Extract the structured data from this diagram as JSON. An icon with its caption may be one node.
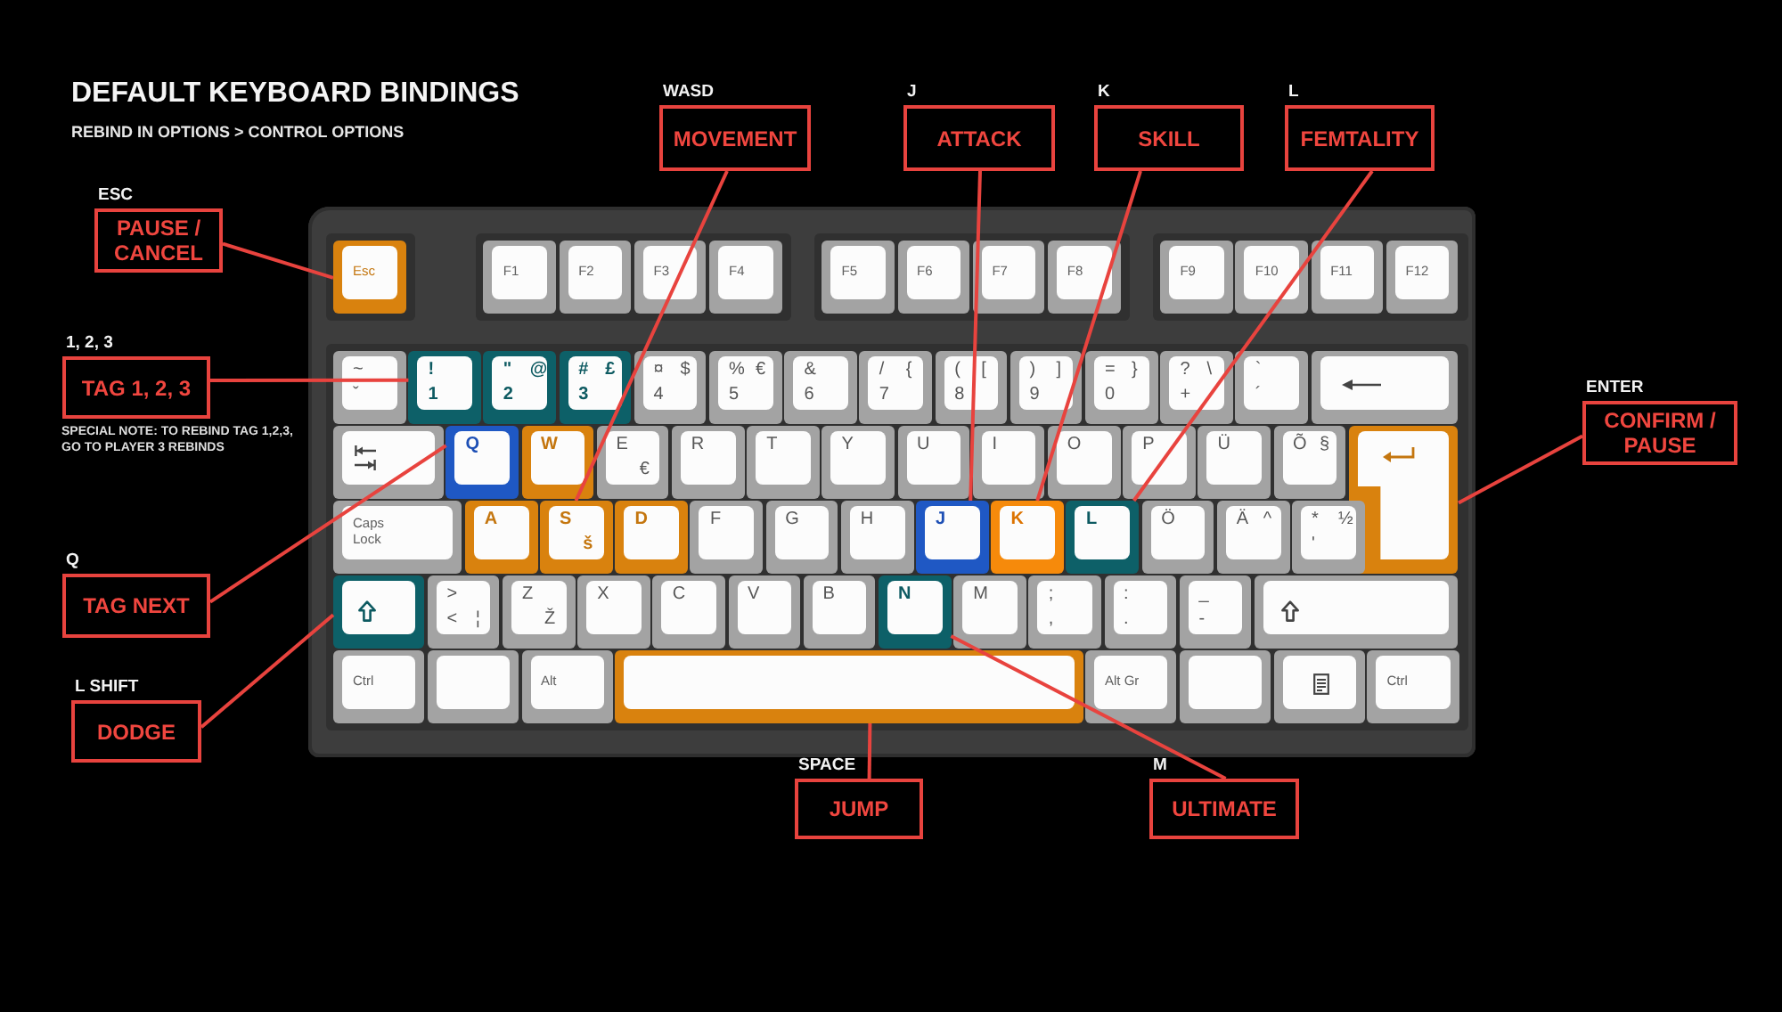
{
  "diagram": {
    "title": "DEFAULT KEYBOARD BINDINGS",
    "nodes": [
      {
        "text": [
          "WASD",
          "MOVEMENT"
        ]
      },
      {
        "text": [
          "J",
          "ATTACK"
        ]
      },
      {
        "text": [
          "K",
          "SKILL"
        ]
      },
      {
        "text": [
          "L",
          "FEMTALITY"
        ]
      },
      {
        "text": [
          "ESC",
          "PAUSE / CANCEL"
        ]
      },
      {
        "text": [
          "1, 2, 3",
          "TAG 1, 2, 3"
        ],
        "beside": [
          "SPECIAL NOTE: TO REBIND TAG 1,2,3, GO TO PLAYER 3 REBINDS"
        ]
      },
      {
        "text": [
          "ENTER",
          "CONFIRM / PAUSE"
        ]
      },
      {
        "text": [
          "Q",
          "TAG NEXT"
        ]
      },
      {
        "text": [
          "L SHIFT",
          "DODGE"
        ]
      },
      {
        "text": [
          "SPACE",
          "JUMP"
        ]
      },
      {
        "text": [
          "M",
          "ULTIMATE"
        ]
      },
      {
        "text": [],
        "shape": "box"
      },
      {
        "text": [
          "Esc"
        ],
        "in": 11
      },
      {
        "text": [
          "F1"
        ],
        "in": 11
      },
      {
        "text": [
          "F2"
        ],
        "in": 11
      },
      {
        "text": [
          "F3"
        ],
        "in": 11
      },
      {
        "text": [
          "F4"
        ],
        "in": 11
      },
      {
        "text": [
          "F5"
        ],
        "in": 11
      },
      {
        "text": [
          "F6"
        ],
        "in": 11
      },
      {
        "text": [
          "F7"
        ],
        "in": 11
      },
      {
        "text": [
          "F8"
        ],
        "in": 11
      },
      {
        "text": [
          "F9"
        ],
        "in": 11
      },
      {
        "text": [
          "F10"
        ],
        "in": 11
      },
      {
        "text": [
          "F11"
        ],
        "in": 11
      },
      {
        "text": [
          "F12"
        ],
        "in": 11
      },
      {
        "text": [
          "~",
          "ˇ"
        ],
        "in": 11
      },
      {
        "text": [
          "!",
          "1"
        ],
        "in": 11
      },
      {
        "text": [
          "\"",
          "@",
          "2"
        ],
        "in": 11
      },
      {
        "text": [
          "#",
          "£",
          "3"
        ],
        "in": 11
      },
      {
        "text": [
          "¤",
          "$",
          "4"
        ],
        "in": 11
      },
      {
        "text": [
          "%",
          "€",
          "5"
        ],
        "in": 11
      },
      {
        "text": [
          "&",
          "6"
        ],
        "in": 11
      },
      {
        "text": [
          "/",
          "{",
          "7"
        ],
        "in": 11
      },
      {
        "text": [
          "(",
          "[",
          "8"
        ],
        "in": 11
      },
      {
        "text": [
          ")",
          "]",
          "9"
        ],
        "in": 11
      },
      {
        "text": [
          "=",
          "}",
          "0"
        ],
        "in": 11
      },
      {
        "text": [
          "?",
          "\\",
          "+"
        ],
        "in": 11
      },
      {
        "text": [
          "`",
          "´"
        ],
        "in": 11
      },
      {
        "text": [],
        "shape": "box",
        "in": 11
      },
      {
        "text": [],
        "shape": "box",
        "in": 11
      },
      {
        "text": [
          "Q"
        ],
        "in": 11
      },
      {
        "text": [
          "W"
        ],
        "in": 11
      },
      {
        "text": [
          "E",
          "€"
        ],
        "in": 11
      },
      {
        "text": [
          "R"
        ],
        "in": 11
      },
      {
        "text": [
          "T"
        ],
        "in": 11
      },
      {
        "text": [
          "Y"
        ],
        "in": 11
      },
      {
        "text": [
          "U"
        ],
        "in": 11
      },
      {
        "text": [
          "I"
        ],
        "in": 11
      },
      {
        "text": [
          "O"
        ],
        "in": 11
      },
      {
        "text": [
          "P"
        ],
        "in": 11
      },
      {
        "text": [
          "Ü"
        ],
        "in": 11
      },
      {
        "text": [
          "Õ",
          "§"
        ],
        "in": 11
      },
      {
        "text": [],
        "shape": "box",
        "in": 11
      },
      {
        "text": [
          "Caps Lock"
        ],
        "in": 11
      },
      {
        "text": [
          "A"
        ],
        "in": 11
      },
      {
        "text": [
          "S",
          "š"
        ],
        "in": 11
      },
      {
        "text": [
          "D"
        ],
        "in": 11
      },
      {
        "text": [
          "F"
        ],
        "in": 11
      },
      {
        "text": [
          "G"
        ],
        "in": 11
      },
      {
        "text": [
          "H"
        ],
        "in": 11
      },
      {
        "text": [
          "J"
        ],
        "in": 11
      },
      {
        "text": [
          "K"
        ],
        "in": 11
      },
      {
        "text": [
          "L"
        ],
        "in": 11
      },
      {
        "text": [
          "Ö"
        ],
        "in": 11
      },
      {
        "text": [
          "Ä",
          "^"
        ],
        "in": 11
      },
      {
        "text": [
          "*",
          "½",
          "'"
        ],
        "in": 11
      },
      {
        "text": [],
        "shape": "box",
        "in": 11
      },
      {
        "text": [
          ">",
          "<",
          "¦"
        ],
        "in": 11
      },
      {
        "text": [
          "Z",
          "Ž"
        ],
        "in": 11
      },
      {
        "text": [
          "X"
        ],
        "in": 11
      },
      {
        "text": [
          "C"
        ],
        "in": 11
      },
      {
        "text": [
          "V"
        ],
        "in": 11
      },
      {
        "text": [
          "B"
        ],
        "in": 11
      },
      {
        "text": [
          "N"
        ],
        "in": 11
      },
      {
        "text": [
          "M"
        ],
        "in": 11
      },
      {
        "text": [
          ";",
          ","
        ],
        "in": 11
      },
      {
        "text": [
          ":",
          "."
        ],
        "in": 11
      },
      {
        "text": [
          "_",
          "-"
        ],
        "in": 11
      },
      {
        "text": [],
        "shape": "box",
        "in": 11
      },
      {
        "text": [
          "Ctrl"
        ],
        "in": 11
      },
      {
        "text": [],
        "shape": "box",
        "in": 11
      },
      {
        "text": [
          "Alt"
        ],
        "in": 11
      },
      {
        "text": [],
        "shape": "box",
        "in": 11
      },
      {
        "text": [
          "Alt Gr"
        ],
        "in": 11
      },
      {
        "text": [],
        "shape": "box",
        "in": 11
      },
      {
        "text": [],
        "shape": "box",
        "in": 11
      },
      {
        "text": [
          "Ctrl"
        ],
        "in": 11
      }
    ],
    "edges": [
      {
        "from": 0,
        "to": 55,
        "arrow": "none"
      },
      {
        "from": 1,
        "to": 60,
        "arrow": "none"
      },
      {
        "from": 2,
        "to": 61,
        "arrow": "none"
      },
      {
        "from": 3,
        "to": 62,
        "arrow": "none"
      },
      {
        "from": 4,
        "to": 12,
        "arrow": "none"
      },
      {
        "from": 5,
        "to": 26,
        "arrow": "none"
      },
      {
        "from": 6,
        "to": 52,
        "arrow": "none"
      },
      {
        "from": 7,
        "to": 40,
        "arrow": "none"
      },
      {
        "from": 8,
        "to": 66,
        "arrow": "none"
      },
      {
        "from": 9,
        "to": 82,
        "arrow": "none"
      },
      {
        "from": 10,
        "to": 73,
        "arrow": "none"
      }
    ],
    "labels": [
      "REBIND IN OPTIONS > CONTROL OPTIONS"
    ]
  }
}
